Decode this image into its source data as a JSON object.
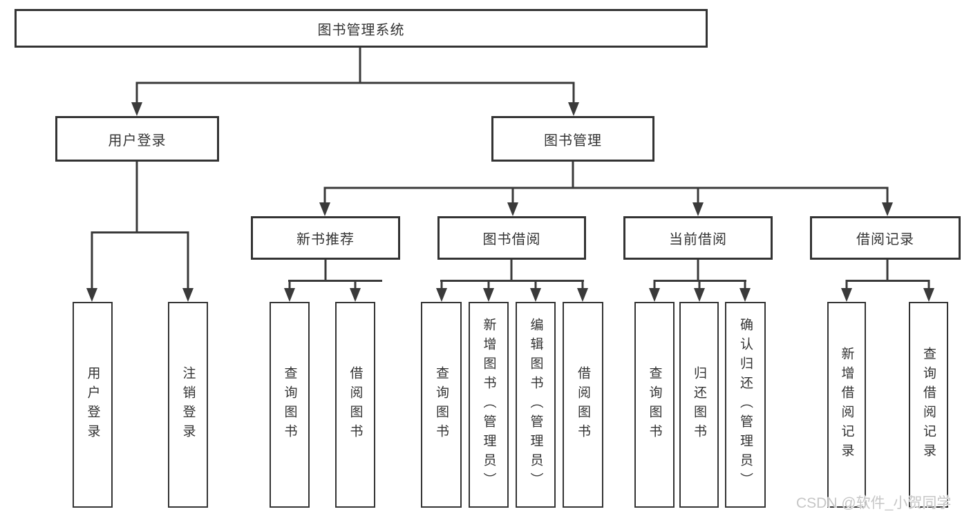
{
  "diagram": {
    "root": {
      "label": "图书管理系统"
    },
    "level2": [
      {
        "id": "user-login",
        "label": "用户登录"
      },
      {
        "id": "book-management",
        "label": "图书管理"
      }
    ],
    "level3": [
      {
        "id": "new-book-recommend",
        "label": "新书推荐",
        "parent": "图书管理"
      },
      {
        "id": "book-borrow",
        "label": "图书借阅",
        "parent": "图书管理"
      },
      {
        "id": "current-borrow",
        "label": "当前借阅",
        "parent": "图书管理"
      },
      {
        "id": "borrow-records",
        "label": "借阅记录",
        "parent": "图书管理"
      }
    ],
    "leaves": [
      {
        "parent": "用户登录",
        "label": "用户登录"
      },
      {
        "parent": "用户登录",
        "label": "注销登录"
      },
      {
        "parent": "新书推荐",
        "label": "查询图书"
      },
      {
        "parent": "新书推荐",
        "label": "借阅图书"
      },
      {
        "parent": "图书借阅",
        "label": "查询图书"
      },
      {
        "parent": "图书借阅",
        "label": "新增图书（管理员）"
      },
      {
        "parent": "图书借阅",
        "label": "编辑图书（管理员）"
      },
      {
        "parent": "图书借阅",
        "label": "借阅图书"
      },
      {
        "parent": "当前借阅",
        "label": "查询图书"
      },
      {
        "parent": "当前借阅",
        "label": "归还图书"
      },
      {
        "parent": "当前借阅",
        "label": "确认归还（管理员）"
      },
      {
        "parent": "借阅记录",
        "label": "新增借阅记录"
      },
      {
        "parent": "借阅记录",
        "label": "查询借阅记录"
      }
    ]
  },
  "watermark": {
    "text": "CSDN @软件_小贺同学"
  },
  "colors": {
    "line": "#3a3a3a",
    "text": "#333333",
    "watermark": "#c6c6c6",
    "background": "#ffffff"
  }
}
